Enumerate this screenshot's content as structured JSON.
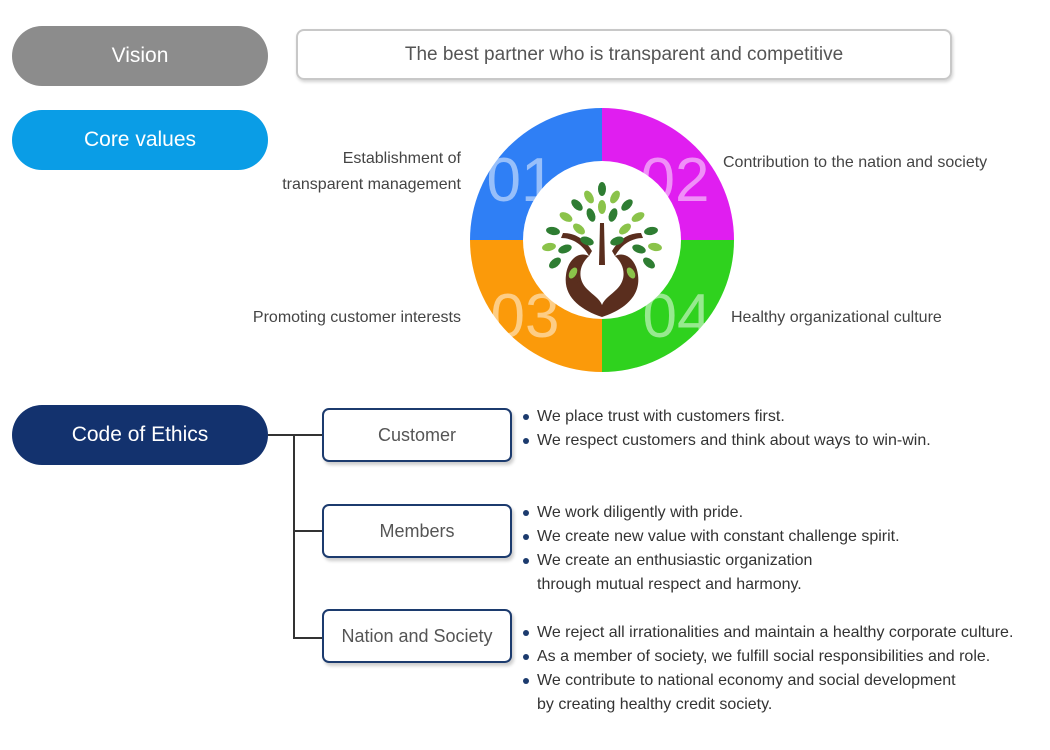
{
  "vision": {
    "label": "Vision",
    "statement": "The best partner who is transparent and competitive",
    "color": "#8c8c8c"
  },
  "core_values": {
    "label": "Core values",
    "color": "#0a9de6",
    "items": [
      {
        "number": "01",
        "text": "Establishment of\ntransparent management",
        "color": "#2f7ff5"
      },
      {
        "number": "02",
        "text": "Contribution to the nation and society",
        "color": "#e01ef0"
      },
      {
        "number": "03",
        "text": "Promoting customer interests",
        "color": "#fb9a0a"
      },
      {
        "number": "04",
        "text": "Healthy organizational culture",
        "color": "#2fd21e"
      }
    ]
  },
  "code_of_ethics": {
    "label": "Code of Ethics",
    "color": "#13326e",
    "categories": [
      {
        "name": "Customer",
        "bullets": [
          "We place trust with customers first.",
          "We respect customers and think about ways to win-win."
        ]
      },
      {
        "name": "Members",
        "bullets": [
          "We work diligently with pride.",
          "We create new value with constant challenge spirit.",
          "We create an enthusiastic organization\nthrough mutual respect and harmony."
        ]
      },
      {
        "name": "Nation and Society",
        "bullets": [
          "We reject all irrationalities and maintain a healthy corporate culture.",
          "As a member of society, we fulfill social responsibilities and role.",
          "We contribute to national economy and social development\nby creating healthy credit society."
        ]
      }
    ]
  }
}
